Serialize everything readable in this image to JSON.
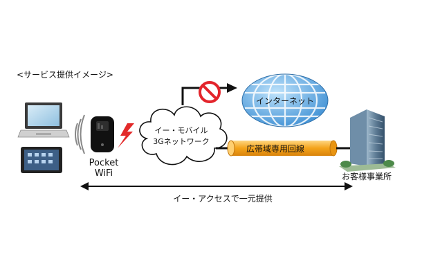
{
  "diagram": {
    "title": "<サービス提供イメージ>",
    "devices": {
      "pocket_wifi_label_line1": "Pocket",
      "pocket_wifi_label_line2": "WiFi"
    },
    "network_cloud": {
      "label_line1": "イー・モバイル",
      "label_line2": "3Gネットワーク"
    },
    "internet": {
      "label": "インターネット"
    },
    "dedicated_line": {
      "label": "広帯域専用回線"
    },
    "customer_office": {
      "label": "お客様事業所"
    },
    "footer_scope": {
      "label": "イー・アクセスで一元提供"
    },
    "colors": {
      "globe_blue": "#3f90d4",
      "line_orange": "#f4a31a",
      "no_entry_red": "#e3242b",
      "lightning_red": "#e32a2a"
    }
  }
}
